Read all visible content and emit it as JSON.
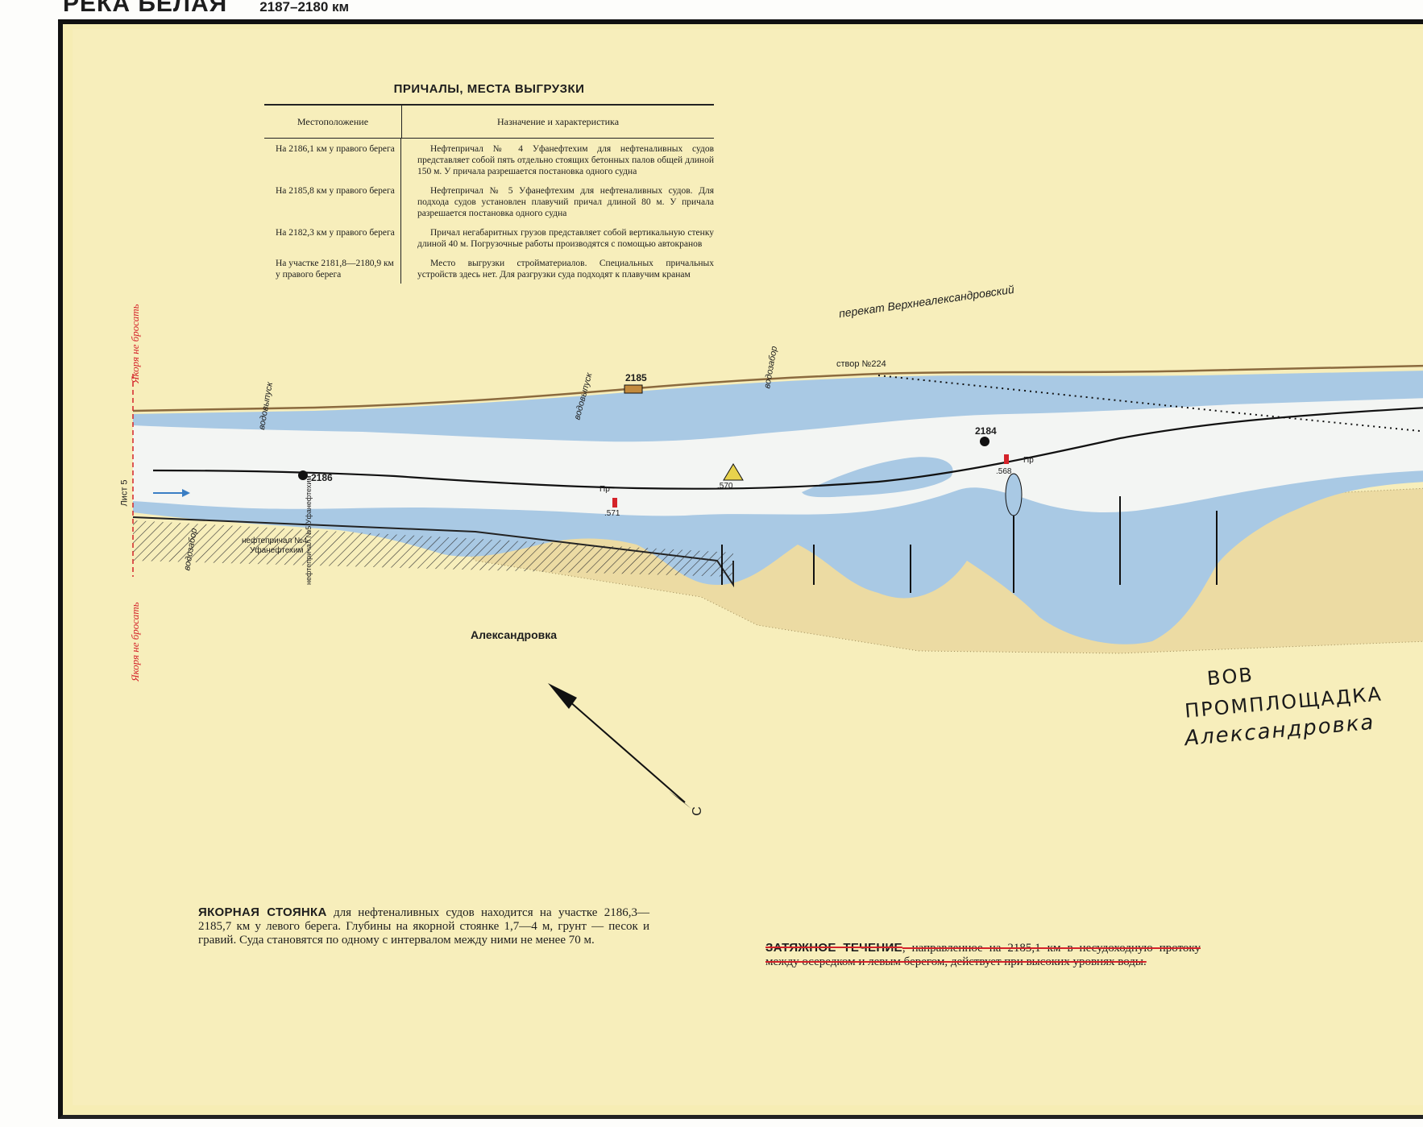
{
  "header": {
    "river": "РЕКА БЕЛАЯ",
    "range": "2187–2180 км"
  },
  "table": {
    "title": "ПРИЧАЛЫ, МЕСТА ВЫГРУЗКИ",
    "col1": "Местоположение",
    "col2": "Назначение и характеристика",
    "rows": [
      {
        "loc": "На 2186,1 км у правого берега",
        "desc": "Нефтепричал № 4 Уфанефтехим для нефтеналивных судов представляет собой пять отдельно стоящих бетонных палов общей длиной 150 м. У причала разрешается постановка одного судна"
      },
      {
        "loc": "На 2185,8 км у правого берега",
        "desc": "Нефтепричал № 5 Уфанефтехим для нефтеналивных судов. Для подхода судов установлен плавучий причал длиной 80 м. У причала разрешается постановка одного судна"
      },
      {
        "loc": "На 2182,3 км у правого берега",
        "desc": "Причал негабаритных грузов представляет собой вертикальную стенку длиной 40 м. Погрузочные работы производятся с помощью автокранов"
      },
      {
        "loc": "На участке 2181,8—2180,9 км у правого берега",
        "desc": "Место выгрузки стройматериалов. Специальных причальных устройств здесь нет. Для разгрузки суда подходят к плавучим кранам"
      }
    ]
  },
  "labels": {
    "reach": "перекат Верхнеалександровский",
    "village": "Александровка",
    "sheet": "Лист 5",
    "anchor_no": "Якоря не бросать",
    "intake": "водозабор",
    "outlet": "водовыпуск",
    "stvor": "створ №224",
    "pier4_a": "нефтепричал №4",
    "pier4_b": "Уфанефтехим",
    "pier5": "нефтепричал №5 Уфанефтехим",
    "km2186": "2186",
    "km2185": "2185",
    "km2184": "2184",
    "buoy1": ".571",
    "buoy2": ".570",
    "buoy3": ".568",
    "pr": "Пр",
    "c": "С"
  },
  "handwritten": {
    "line1": "ВОВ",
    "line2": "ПРОМПЛОЩАДКА",
    "line3": "Александровка"
  },
  "notes": {
    "anchorage_title": "ЯКОРНАЯ СТОЯНКА",
    "anchorage_text": " для нефтеналивных судов находится на участке 2186,3—2185,7 км у левого берега. Глубины на якорной стоянке 1,7—4 м, грунт — песок и гравий. Суда становятся по одному с интервалом между ними не менее 70 м.",
    "current_title": "ЗАТЯЖНОЕ ТЕЧЕНИЕ",
    "current_text": ", направленное на 2185,1 км в несудоходную протоку между осередком и левым берегом, действует при высоких уровнях воды."
  },
  "colors": {
    "paper": "#f7eebb",
    "water_deep": "#a9c9e4",
    "channel": "#f3f6f6",
    "sand": "#eddca4",
    "red": "#d4232a"
  }
}
